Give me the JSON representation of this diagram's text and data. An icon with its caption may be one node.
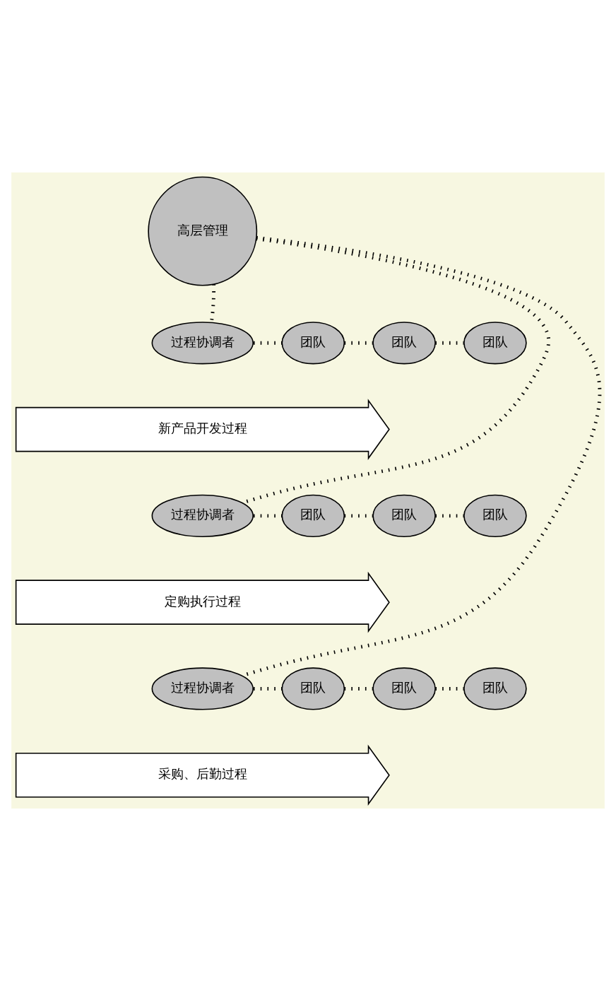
{
  "diagram": {
    "nodes": [
      {
        "text": [
          "高层管理"
        ]
      },
      {
        "text": [
          "过程协调者"
        ]
      },
      {
        "text": [
          "团队"
        ]
      },
      {
        "text": [
          "团队"
        ]
      },
      {
        "text": [
          "团队"
        ]
      },
      {
        "text": [
          "新产品开发过程"
        ]
      },
      {
        "text": [
          "过程协调者"
        ]
      },
      {
        "text": [
          "团队"
        ]
      },
      {
        "text": [
          "团队"
        ]
      },
      {
        "text": [
          "团队"
        ]
      },
      {
        "text": [
          "定购执行过程"
        ]
      },
      {
        "text": [
          "过程协调者"
        ]
      },
      {
        "text": [
          "团队"
        ]
      },
      {
        "text": [
          "团队"
        ]
      },
      {
        "text": [
          "团队"
        ]
      },
      {
        "text": [
          "采购、后勤过程"
        ]
      }
    ],
    "edges": [
      {
        "from": 0,
        "to": 1,
        "arrow": "none",
        "style": "dashed"
      },
      {
        "from": 0,
        "to": 6,
        "arrow": "none",
        "style": "dashed"
      },
      {
        "from": 0,
        "to": 11,
        "arrow": "none",
        "style": "dashed"
      },
      {
        "from": 1,
        "to": 2,
        "arrow": "none",
        "style": "dashed"
      },
      {
        "from": 2,
        "to": 3,
        "arrow": "none",
        "style": "dashed"
      },
      {
        "from": 3,
        "to": 4,
        "arrow": "none",
        "style": "dashed"
      },
      {
        "from": 6,
        "to": 7,
        "arrow": "none",
        "style": "dashed"
      },
      {
        "from": 7,
        "to": 8,
        "arrow": "none",
        "style": "dashed"
      },
      {
        "from": 8,
        "to": 9,
        "arrow": "none",
        "style": "dashed"
      },
      {
        "from": 11,
        "to": 12,
        "arrow": "none",
        "style": "dashed"
      },
      {
        "from": 12,
        "to": 13,
        "arrow": "none",
        "style": "dashed"
      },
      {
        "from": 13,
        "to": 14,
        "arrow": "none",
        "style": "dashed"
      }
    ]
  }
}
